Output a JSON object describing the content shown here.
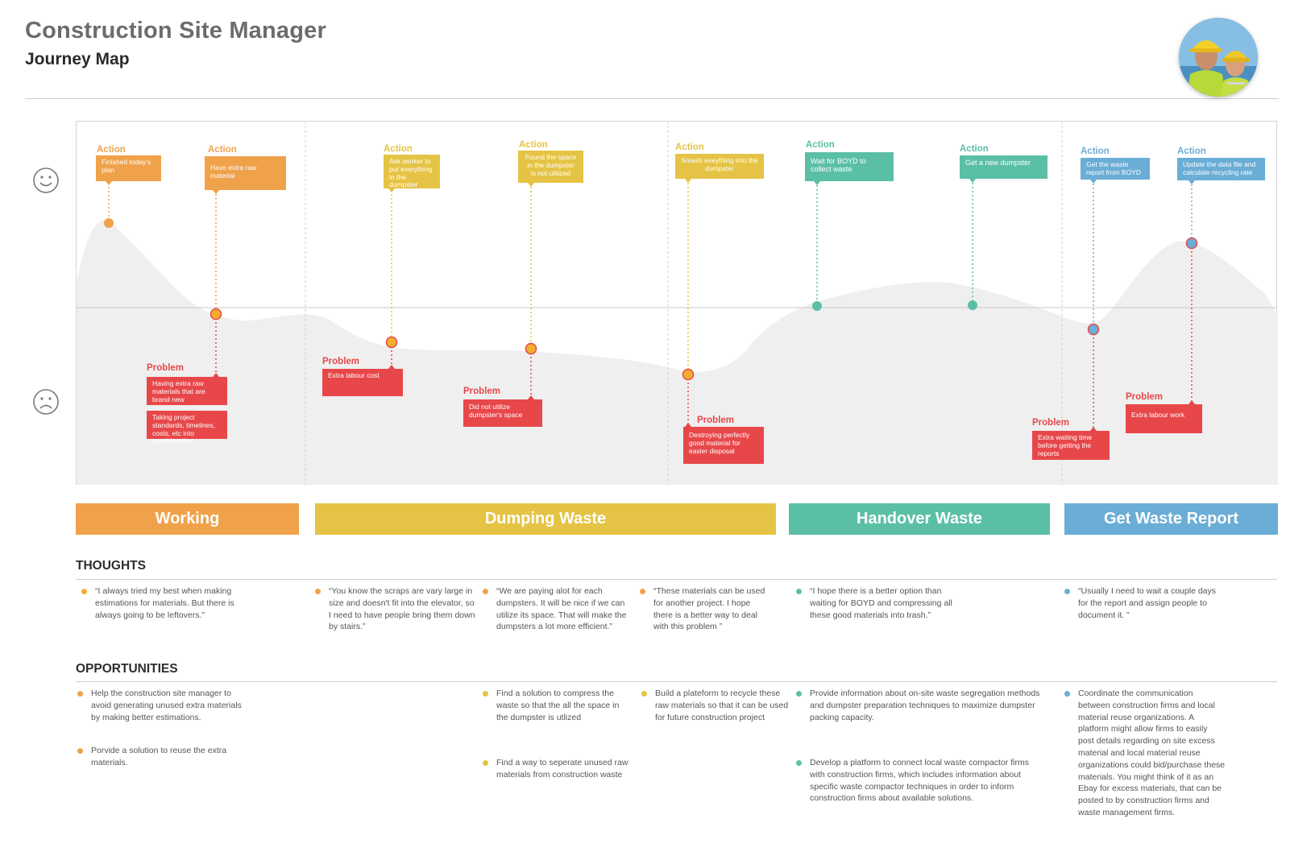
{
  "header": {
    "title": "Construction Site Manager",
    "subtitle": "Journey Map"
  },
  "colors": {
    "working": "#f0a24a",
    "dumping": "#e5c345",
    "handover": "#5bbfa6",
    "report": "#6aadd6",
    "problem": "#e8474a",
    "curve_fill": "#efefef",
    "marker_orange": "#f2ae2c"
  },
  "actions": [
    {
      "label": "Action",
      "text": "Finished today's plan",
      "color": "#f0a24a"
    },
    {
      "label": "Action",
      "text": "Have extra raw material",
      "color": "#f0a24a"
    },
    {
      "label": "Action",
      "text": "Ask worker to put everything in the dumpster",
      "color": "#e5c345"
    },
    {
      "label": "Action",
      "text": "Found the space in the dumpster is not utilized",
      "color": "#e5c345"
    },
    {
      "label": "Action",
      "text": "Smash eveything into the dumpster",
      "color": "#e5c345"
    },
    {
      "label": "Action",
      "text": "Wait for BOYD to collect waste",
      "color": "#5bbfa6"
    },
    {
      "label": "Action",
      "text": "Get a new dumpster",
      "color": "#5bbfa6"
    },
    {
      "label": "Action",
      "text": "Get the waste report from BOYD",
      "color": "#6aadd6"
    },
    {
      "label": "Action",
      "text": "Update the data file and calculate recycling rate",
      "color": "#6aadd6"
    }
  ],
  "problems": [
    {
      "label": "Problem",
      "text": "Having extra raw materials that are brand new"
    },
    {
      "label": "",
      "text": "Taking project standards, timelines, costs, etc into consideration"
    },
    {
      "label": "Problem",
      "text": "Extra labour cost"
    },
    {
      "label": "Problem",
      "text": "Did not utilize dumpster's space"
    },
    {
      "label": "Problem",
      "text": "Destroying perfectly good material for easier disposal"
    },
    {
      "label": "Problem",
      "text": "Extra waiting time before getting the reports"
    },
    {
      "label": "Problem",
      "text": "Extra labour work"
    }
  ],
  "stages": [
    {
      "name": "Working",
      "color": "#f0a24a"
    },
    {
      "name": "Dumping Waste",
      "color": "#e5c345"
    },
    {
      "name": "Handover Waste",
      "color": "#5bbfa6"
    },
    {
      "name": "Get Waste Report",
      "color": "#6aadd6"
    }
  ],
  "thoughts": {
    "title": "THOUGHTS",
    "items": [
      {
        "text": "“I always tried my best when making estimations for materials. But there is always going to be leftovers.”",
        "color": "#f2ae2c"
      },
      {
        "text": "“You know the scraps are vary large in size and doesn't fit into the elevator, so I need to have people bring them down by stairs.”",
        "color": "#f0a24a"
      },
      {
        "text": "“We are paying alot for each dumpsters. It will be nice if we can utilize its space. That will make the dumpsters a lot more efficient.”",
        "color": "#f0a24a"
      },
      {
        "text": "“These materials can be used for another project. I hope there is a better way to deal with this problem ”",
        "color": "#f0a24a"
      },
      {
        "text": "“I hope there is a better option than waiting for BOYD and compressing all these good materials into trash.”",
        "color": "#5bbfa6"
      },
      {
        "text": "“Usually I need to wait a couple days for the report and assign people to document it. ”",
        "color": "#6aadd6"
      }
    ]
  },
  "opportunities": {
    "title": "OPPORTUNITIES",
    "items": [
      {
        "text": "Help the construction site manager to avoid generating unused extra materials by making better estimations.",
        "color": "#f0a24a"
      },
      {
        "text": "Porvide a solution to reuse the extra materials.",
        "color": "#f0a24a"
      },
      {
        "text": "Find a solution to compress the waste so that the all the space in the dumpster is utlized",
        "color": "#e5c345"
      },
      {
        "text": "Find a way to seperate unused raw materials from construction waste",
        "color": "#e5c345"
      },
      {
        "text": "Build a plateform to recycle these raw materials so that it can be used for future construction project",
        "color": "#e5c345"
      },
      {
        "text": "Provide information about on-site waste segregation methods and dumpster preparation techniques to maximize dumpster packing capacity.",
        "color": "#5bbfa6"
      },
      {
        "text": "Develop a platform to connect local waste compactor firms with construction firms, which includes information about specific waste compactor techniques in order to inform construction firms about available solutions.",
        "color": "#5bbfa6"
      },
      {
        "text": "Coordinate the communication between construction firms and local material reuse organizations. A platform might allow firms to easily post details regarding on site excess material and local material reuse organizations could bid/purchase these materials. You might think of it as an Ebay for excess materials, that can be posted to by construction firms and waste management firms.",
        "color": "#6aadd6"
      }
    ]
  }
}
